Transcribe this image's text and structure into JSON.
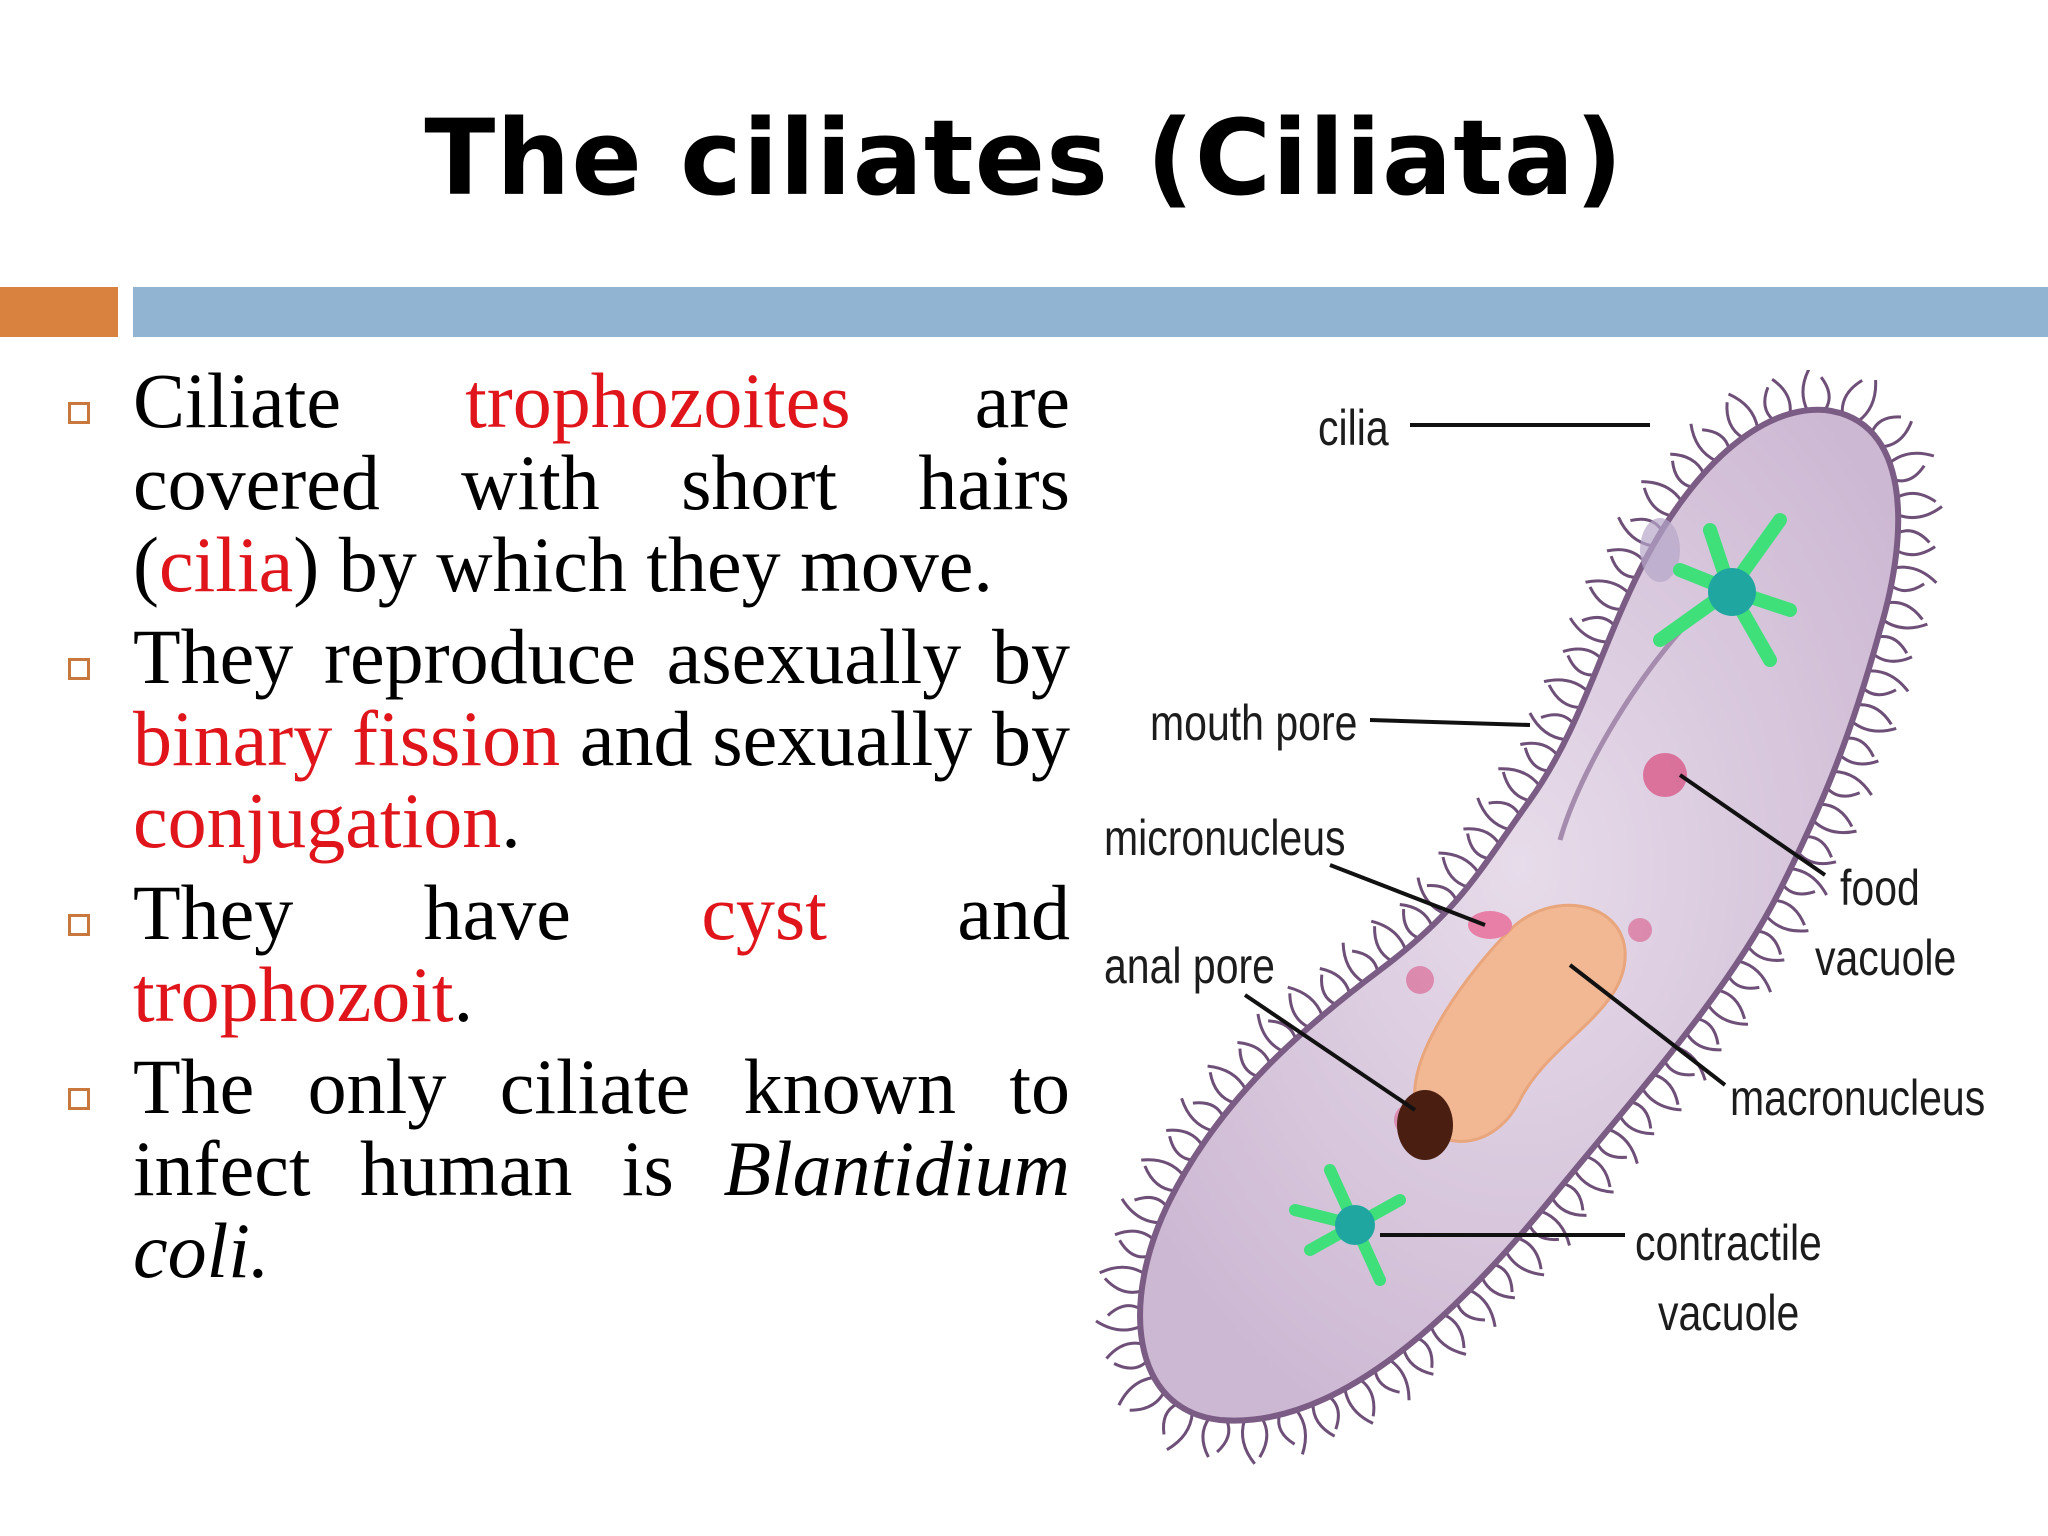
{
  "slide": {
    "title": "The ciliates (Ciliata)"
  },
  "bullets": [
    {
      "segments": [
        {
          "text": "Ciliate ",
          "style": "normal"
        },
        {
          "text": "trophozoites",
          "style": "red"
        },
        {
          "text": " are covered with short hairs (",
          "style": "normal"
        },
        {
          "text": "cilia",
          "style": "red"
        },
        {
          "text": ") by which they move.",
          "style": "normal"
        }
      ]
    },
    {
      "segments": [
        {
          "text": "They reproduce asexually by ",
          "style": "normal"
        },
        {
          "text": "binary fission",
          "style": "red"
        },
        {
          "text": " and sexually by ",
          "style": "normal"
        },
        {
          "text": "conjugation",
          "style": "red"
        },
        {
          "text": ".",
          "style": "normal"
        }
      ]
    },
    {
      "segments": [
        {
          "text": "They have ",
          "style": "normal"
        },
        {
          "text": "cyst",
          "style": "red"
        },
        {
          "text": " and ",
          "style": "normal"
        },
        {
          "text": "trophozoit",
          "style": "red"
        },
        {
          "text": ".",
          "style": "normal"
        }
      ]
    },
    {
      "segments": [
        {
          "text": "The only ciliate known to infect human is ",
          "style": "normal"
        },
        {
          "text": "Blantidium coli",
          "style": "italic"
        },
        {
          "text": ".",
          "style": "italic"
        }
      ]
    }
  ],
  "diagram": {
    "labels": {
      "cilia": "cilia",
      "mouth_pore": "mouth pore",
      "micronucleus": "micronucleus",
      "anal_pore": "anal pore",
      "food_vacuole_1": "food",
      "food_vacuole_2": "vacuole",
      "macronucleus": "macronucleus",
      "contractile_vacuole_1": "contractile",
      "contractile_vacuole_2": "vacuole"
    },
    "colors": {
      "body": "#D9C9DD",
      "membrane": "#7B5C84",
      "cilia": "#6E4F78",
      "macronucleus": "#F1B893",
      "micronucleus": "#E87FA6",
      "anal_pore": "#4A1F12",
      "star_vacuole": "#3FE07A",
      "food_vacuole": "#D85A8A"
    }
  }
}
